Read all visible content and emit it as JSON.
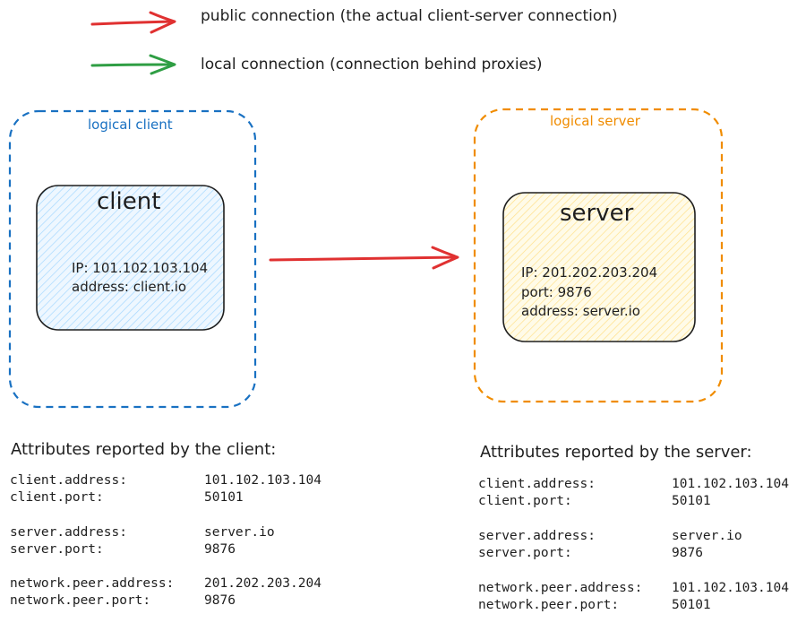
{
  "colors": {
    "public_connection": "#e03131",
    "local_connection": "#2f9e44",
    "client_group": "#1971c2",
    "server_group": "#f08c00",
    "client_node_fill": "#a5d8ff",
    "server_node_fill": "#ffec99",
    "stroke": "#1e1e1e"
  },
  "legend": {
    "public": "public connection (the actual client-server connection)",
    "local": "local connection (connection behind proxies)"
  },
  "client_group": {
    "label": "logical client",
    "node": {
      "title": "client",
      "ip": "IP: 101.102.103.104",
      "address": "address: client.io"
    }
  },
  "server_group": {
    "label": "logical server",
    "node": {
      "title": "server",
      "ip": "IP: 201.202.203.204",
      "port": "port: 9876",
      "address": "address: server.io"
    }
  },
  "client_attrs": {
    "heading": "Attributes reported by the client:",
    "rows": [
      {
        "key": "client.address:",
        "value": "101.102.103.104"
      },
      {
        "key": "client.port:",
        "value": "50101"
      },
      {
        "key": "server.address:",
        "value": "server.io"
      },
      {
        "key": "server.port:",
        "value": "9876"
      },
      {
        "key": "network.peer.address:",
        "value": "201.202.203.204"
      },
      {
        "key": "network.peer.port:",
        "value": "9876"
      }
    ]
  },
  "server_attrs": {
    "heading": "Attributes reported by the server:",
    "rows": [
      {
        "key": "client.address:",
        "value": "101.102.103.104"
      },
      {
        "key": "client.port:",
        "value": "50101"
      },
      {
        "key": "server.address:",
        "value": "server.io"
      },
      {
        "key": "server.port:",
        "value": "9876"
      },
      {
        "key": "network.peer.address:",
        "value": "101.102.103.104"
      },
      {
        "key": "network.peer.port:",
        "value": "50101"
      }
    ]
  }
}
